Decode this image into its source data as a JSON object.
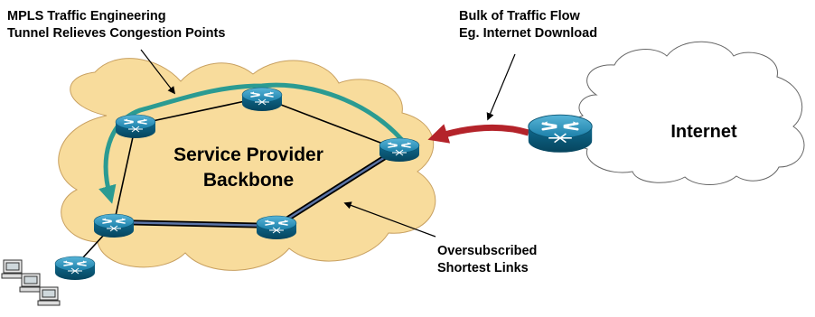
{
  "labels": {
    "te_line1": "MPLS Traffic Engineering",
    "te_line2": "Tunnel Relieves Congestion Points",
    "bulk_line1": "Bulk of Traffic Flow",
    "bulk_line2": "Eg. Internet Download",
    "backbone_line1": "Service Provider",
    "backbone_line2": "Backbone",
    "internet": "Internet",
    "over_line1": "Oversubscribed",
    "over_line2": "Shortest Links"
  },
  "colors": {
    "backbone_cloud": "#f8dc9c",
    "internet_cloud": "#ffffff",
    "router": "#1a7ba0",
    "tunnel": "#2b9b92",
    "traffic_arrow": "#b4232a",
    "oversubscribed_link": "#5b74a6"
  },
  "icons": [
    "router-icon",
    "workstation-icon"
  ]
}
